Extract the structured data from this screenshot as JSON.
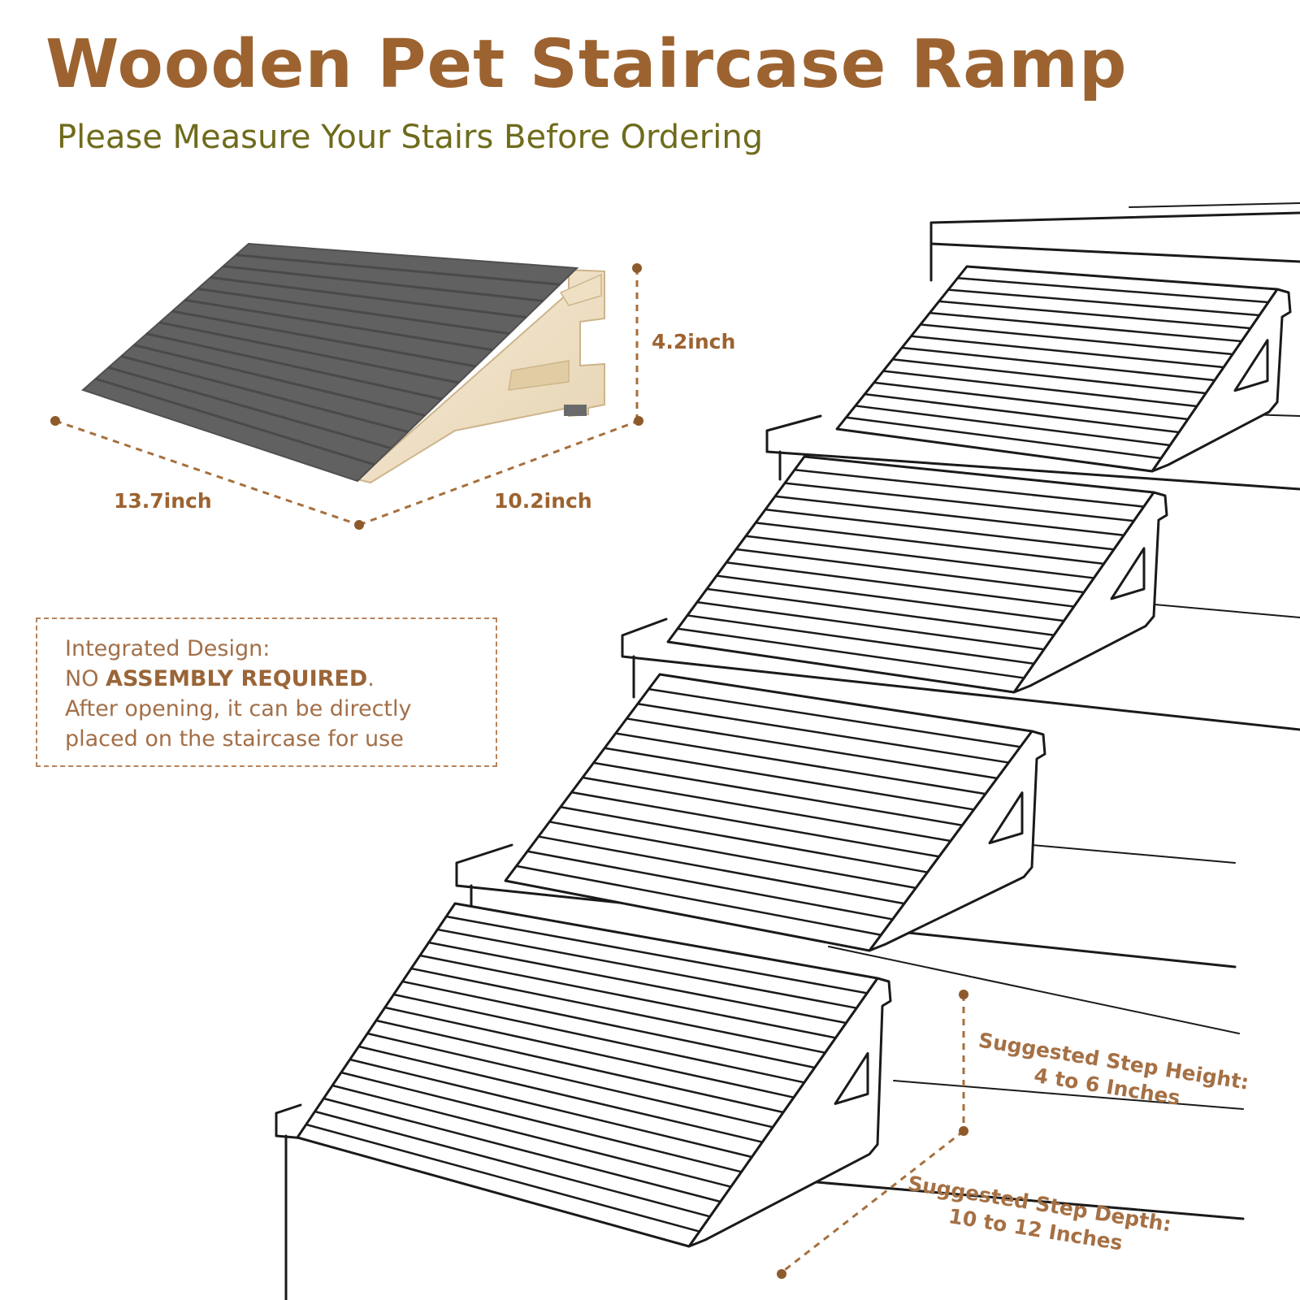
{
  "header": {
    "title": "Wooden Pet Staircase Ramp",
    "subtitle": "Please Measure Your Stairs Before Ordering"
  },
  "dimensions": {
    "height": "4.2inch",
    "length": "13.7inch",
    "width": "10.2inch"
  },
  "info_box": {
    "line1": "Integrated Design:",
    "line2_prefix": "NO ",
    "line2_bold": "ASSEMBLY REQUIRED",
    "line2_suffix": ".",
    "line3": "After opening, it can be directly",
    "line4": "placed on the staircase for use"
  },
  "step_height": {
    "line1": "Suggested Step Height:",
    "line2": "4 to 6 Inches"
  },
  "step_depth": {
    "line1": "Suggested Step Depth:",
    "line2": "10 to 12 Inches"
  },
  "colors": {
    "title": "#9c6330",
    "subtitle": "#6f6b1c",
    "accent": "#9c6330",
    "carpet": "#5f5f60",
    "wood": "#efe2c8"
  },
  "icons": {
    "product": "carpeted-wooden-pet-ramp-photo",
    "illustration": "stair-ramps-line-drawing"
  }
}
